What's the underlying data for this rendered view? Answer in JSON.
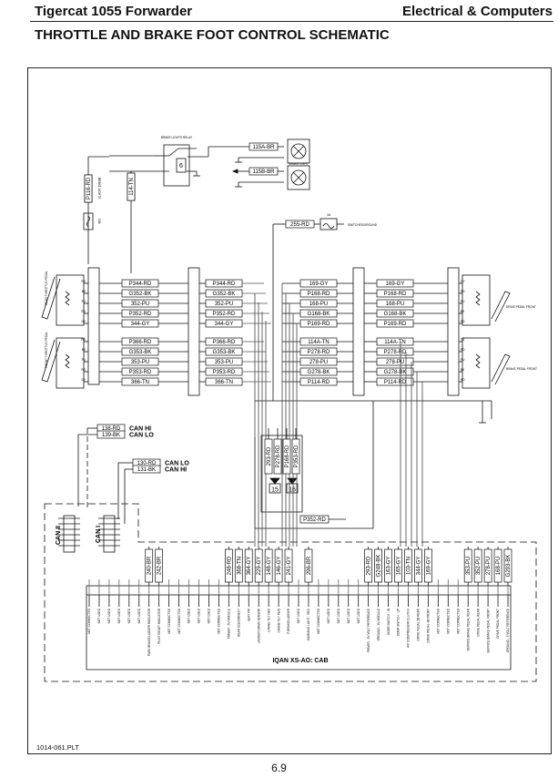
{
  "header": {
    "left": "Tigercat 1055 Forwarder",
    "right": "Electrical & Computers",
    "title": "THROTTLE AND BRAKE FOOT CONTROL SCHEMATIC"
  },
  "footer": {
    "drawing_id": "1014-061.PLT",
    "page_number": "6.9"
  },
  "schematic": {
    "brake_relay_label": "BRAKE LIGHTS RELAY",
    "relay_number": "6",
    "relay_pins": [
      "87A",
      "30",
      "87",
      "86",
      "85"
    ],
    "brake_light_label": "BRAKE LIGHT",
    "brake_light_wires": [
      "115A-BR",
      "115B-BR"
    ],
    "left_vertical_wire": "P116-RD",
    "left_vertical_label": "BRAKE LIGHTS",
    "left_fuse_label": "10A",
    "relay_feed_wire": "114-TN",
    "fuse_3a_wire": "255-RD",
    "fuse_3a_label": "3A",
    "fuse_3a_dest": "SWITCHED/GROUND",
    "left_pedals": [
      {
        "label": "REAR THROTTLE PEDAL",
        "pins": [
          "RD",
          "BK",
          "PU",
          "RD",
          "GY"
        ]
      },
      {
        "label": "FRONT THROTTLE PEDAL",
        "pins": [
          "RD",
          "BK",
          "PU",
          "RD",
          "TN"
        ]
      }
    ],
    "left_wires_a": [
      "P344-RD",
      "G352-BK",
      "352-PU",
      "P352-RD",
      "344-GY"
    ],
    "left_wires_b": [
      "P366-RD",
      "G353-BK",
      "353-PU",
      "P353-RD",
      "366-TN"
    ],
    "right_wires_a": [
      "169-GY",
      "P168-RD",
      "168-PU",
      "G168-BK",
      "P169-RD"
    ],
    "right_wires_b": [
      "114A-TN",
      "P278-RD",
      "278-PU",
      "G278-BK",
      "P114-RD"
    ],
    "right_pedals": [
      {
        "label": "DRIVE PEDAL FRONT",
        "pins": [
          "GY",
          "RD",
          "PU",
          "BK",
          "RD"
        ]
      },
      {
        "label": "BRAKE PEDAL FRONT",
        "pins": [
          "TN",
          "RD",
          "PU",
          "BK",
          "RD"
        ]
      }
    ],
    "sensor_wires": [
      "293-RD",
      "P278-RD",
      "P168-RD",
      "P353-RD"
    ],
    "sensor_numbers": [
      "15",
      "16"
    ],
    "sensor_out_wire": "P352-RD",
    "can_wires": [
      {
        "wire": "138-RD",
        "label": "CAN HI"
      },
      {
        "wire": "139-BK",
        "label": "CAN LO"
      },
      {
        "wire": "130-RD",
        "label": "CAN LO"
      },
      {
        "wire": "131-BK",
        "label": "CAN HI"
      }
    ],
    "can_connectors": [
      "CAN II",
      "CAN I"
    ],
    "module_label": "IQAN XS-AO: CAB",
    "module_inputs": [
      {
        "wire": "",
        "label": "NOT CONNECTED"
      },
      {
        "wire": "",
        "label": "NOT USED"
      },
      {
        "wire": "",
        "label": "NOT USED"
      },
      {
        "wire": "",
        "label": "NOT USED"
      },
      {
        "wire": "",
        "label": "NOT USED"
      },
      {
        "wire": "",
        "label": "NOT USED"
      },
      {
        "wire": "240-BR",
        "label": "PARK BRAKE/LADDER INDICATOR"
      },
      {
        "wire": "242-BR",
        "label": "PILOT RESET INDICATOR"
      },
      {
        "wire": "",
        "label": "NOT CONNECTED"
      },
      {
        "wire": "",
        "label": "NOT CONNECTED"
      },
      {
        "wire": "",
        "label": "NOT USED"
      },
      {
        "wire": "",
        "label": "NOT USED"
      },
      {
        "wire": "",
        "label": "NOT USED"
      },
      {
        "wire": "",
        "label": "NOT CONNECTED"
      },
      {
        "wire": "248-RD",
        "label": "POWER - 5V MODULE"
      },
      {
        "wire": "368-TN",
        "label": "REAR DISCONNECT"
      },
      {
        "wire": "364-GY",
        "label": "SEAT F/R"
      },
      {
        "wire": "229-GY",
        "label": "LADDER DOWN SENSOR"
      },
      {
        "wire": "148-GY",
        "label": "CRANE TILT REV"
      },
      {
        "wire": "146-GY",
        "label": "CRANE TILT FWD"
      },
      {
        "wire": "241-GY",
        "label": "P-BRAKE/LADDER"
      },
      {
        "wire": "",
        "label": "NOT USED"
      },
      {
        "wire": "296-BR",
        "label": "WARNING LIGHT - RED"
      },
      {
        "wire": "",
        "label": "NOT CONNECTED"
      },
      {
        "wire": "",
        "label": "NOT USED"
      },
      {
        "wire": "",
        "label": "NOT USED"
      },
      {
        "wire": "",
        "label": "NOT USED"
      },
      {
        "wire": "",
        "label": "NOT USED"
      },
      {
        "wire": "293-RD",
        "label": "POWER - 5V VOLT REFERENCE"
      },
      {
        "wire": "G248-BK",
        "label": "GROUND - 5V MODULE"
      },
      {
        "wire": "163-GY",
        "label": "DOOR SWITCH - IN"
      },
      {
        "wire": "165-GY",
        "label": "DOOR SWITCH - UP"
      },
      {
        "wire": "103-TN",
        "label": "A/C COMPRESSOR CLUTCH"
      },
      {
        "wire": "344-GY",
        "label": "DRIVE PEDAL 2B REAR"
      },
      {
        "wire": "169-GY",
        "label": "DRIVE PEDAL 4B FRONT"
      },
      {
        "wire": "",
        "label": "NOT CONNECTED"
      },
      {
        "wire": "",
        "label": "NOT CONNECTED"
      },
      {
        "wire": "",
        "label": "NOT CONNECTED"
      },
      {
        "wire": "353-PU",
        "label": "SERVICE BRAKE PEDAL REAR"
      },
      {
        "wire": "352-PU",
        "label": "DRIVE PEDAL REAR"
      },
      {
        "wire": "278-PU",
        "label": "SERVICE BRAKE PEDAL FRONT"
      },
      {
        "wire": "168-PU",
        "label": "DRIVE PEDAL FRONT"
      },
      {
        "wire": "G293-BK",
        "label": "GROUND - 5 VOLT REFERENCE"
      }
    ]
  }
}
